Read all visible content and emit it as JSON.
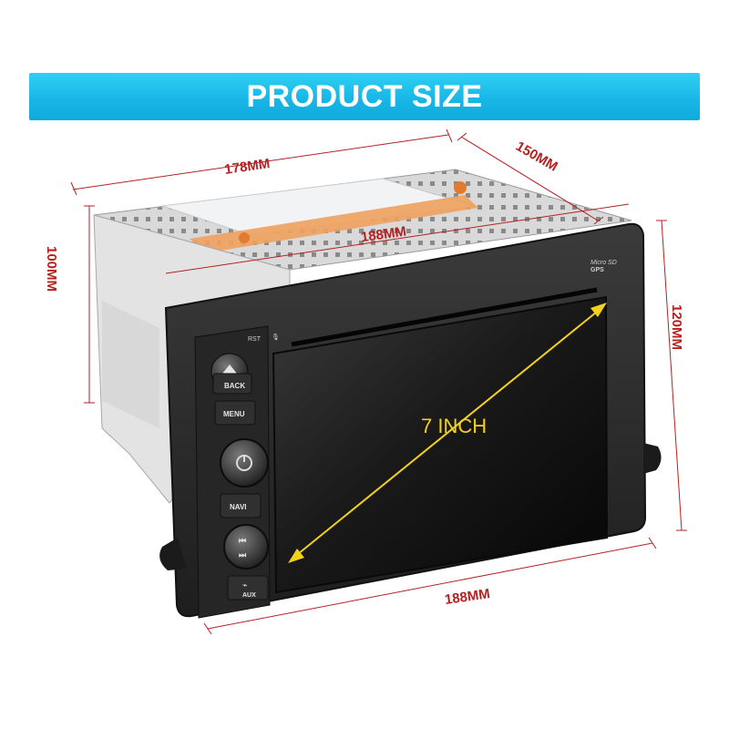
{
  "banner": {
    "title": "PRODUCT SIZE"
  },
  "dimensions": {
    "top_width": "178MM",
    "top_depth": "150MM",
    "inner_width": "188MM",
    "left_height": "100MM",
    "right_height": "120MM",
    "bottom_width": "188MM"
  },
  "screen": {
    "diagonal": "7  INCH"
  },
  "panel": {
    "rst": "RST",
    "gps": "GPS",
    "microsd": "Micro SD",
    "back": "BACK",
    "menu": "MENU",
    "navi": "NAVI",
    "aux": "AUX"
  },
  "colors": {
    "banner": "#16b5e6",
    "dimension_lines": "#b52121",
    "diagonal_arrow": "#f2d21a",
    "unit_body": "#2b2b2b"
  }
}
